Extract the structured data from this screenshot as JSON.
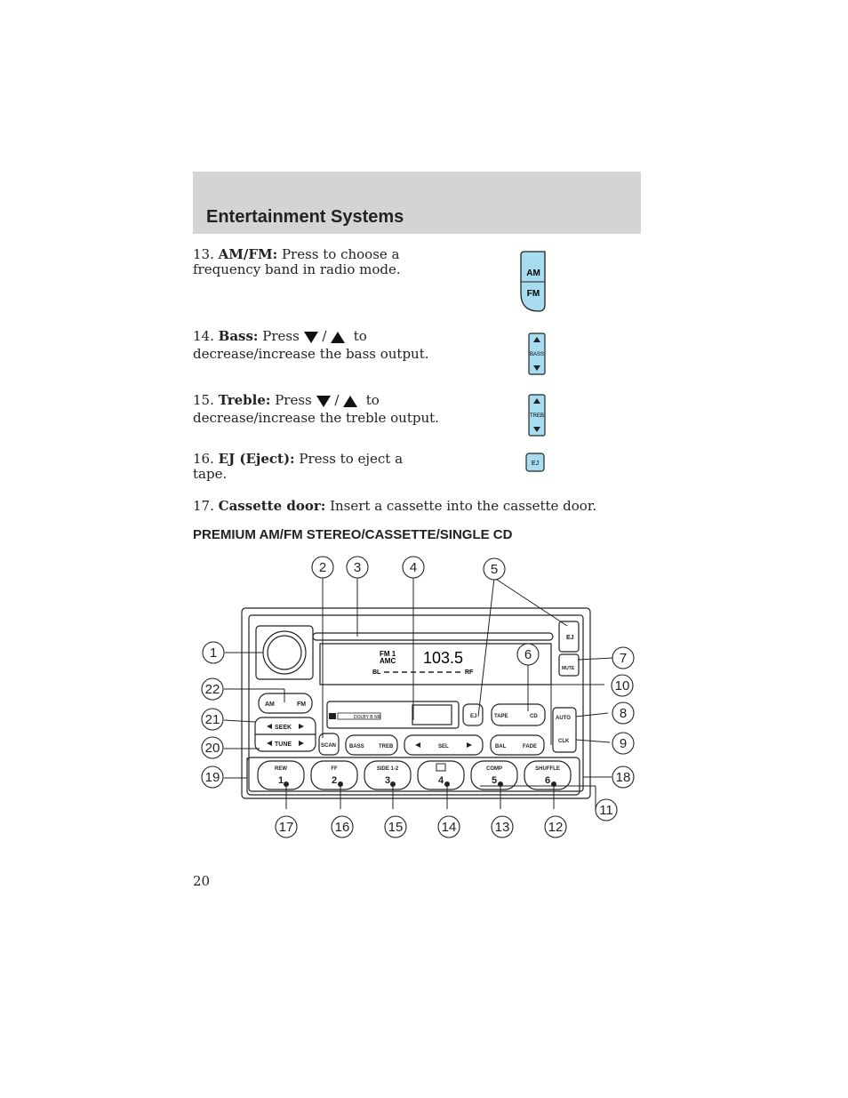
{
  "header": {
    "title": "Entertainment Systems"
  },
  "items": [
    {
      "number": "13.",
      "label": "AM/FM:",
      "line1": "Press to choose a",
      "line2": "frequency band in radio mode."
    },
    {
      "number": "14.",
      "label": "Bass:",
      "line1_before": "Press",
      "slash": "/",
      "line1_after": "to",
      "line2": "decrease/increase the bass output."
    },
    {
      "number": "15.",
      "label": "Treble:",
      "line1_before": "Press",
      "slash": "/",
      "line1_after": "to",
      "line2": "decrease/increase the treble output."
    },
    {
      "number": "16.",
      "label": "EJ (Eject):",
      "line1": "Press to eject a",
      "line2": "tape."
    },
    {
      "number": "17.",
      "label": "Cassette door:",
      "line1": "Insert a cassette into the cassette door."
    }
  ],
  "icons": {
    "amfm": {
      "top": "AM",
      "bottom": "FM"
    },
    "bass": "BASS",
    "treb": "TREB",
    "ej": "EJ",
    "fill_color": "#a8dcf0"
  },
  "section_title": "PREMIUM AM/FM STEREO/CASSETTE/SINGLE CD",
  "diagram": {
    "callouts": [
      "1",
      "2",
      "3",
      "4",
      "5",
      "6",
      "7",
      "8",
      "9",
      "10",
      "11",
      "12",
      "13",
      "14",
      "15",
      "16",
      "17",
      "18",
      "19",
      "20",
      "21",
      "22"
    ],
    "display": {
      "band": "FM 1",
      "amc": "AMC",
      "freq": "103.5",
      "bl": "BL",
      "rf": "RF",
      "dolby": "DOLBY B NR"
    },
    "buttons": {
      "am": "AM",
      "fm": "FM",
      "seek": "SEEK",
      "tune": "TUNE",
      "scan": "SCAN",
      "bass": "BASS",
      "treb": "TREB",
      "sel": "SEL",
      "bal": "BAL",
      "fade": "FADE",
      "ej": "EJ",
      "tape": "TAPE",
      "cd": "CD",
      "auto": "AUTO",
      "clk": "CLK",
      "mute": "MUTE"
    },
    "presets": [
      {
        "label": "REW",
        "num": "1"
      },
      {
        "label": "FF",
        "num": "2"
      },
      {
        "label": "SIDE 1-2",
        "num": "3"
      },
      {
        "label": "",
        "num": "4"
      },
      {
        "label": "COMP",
        "num": "5"
      },
      {
        "label": "SHUFFLE",
        "num": "6"
      }
    ]
  },
  "page_number": "20"
}
